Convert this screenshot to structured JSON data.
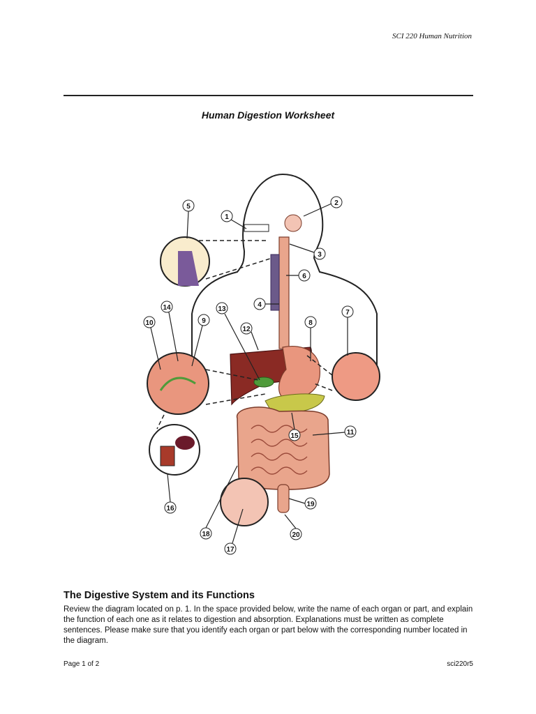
{
  "header": {
    "course": "SCI 220 Human Nutrition"
  },
  "worksheet": {
    "title": "Human Digestion Worksheet"
  },
  "diagram": {
    "labels": [
      "1",
      "2",
      "3",
      "4",
      "5",
      "6",
      "7",
      "8",
      "9",
      "10",
      "11",
      "12",
      "13",
      "14",
      "15",
      "16",
      "17",
      "18",
      "19",
      "20"
    ]
  },
  "section": {
    "title": "The Digestive System and its Functions",
    "instructions": "Review the diagram located on p. 1. In the space provided below, write the name of each organ or part, and explain the function of each one as it relates to digestion and absorption. Explanations must be written as complete sentences. Please make sure that you identify each organ or part below with the corresponding number located in the diagram."
  },
  "footer": {
    "page_label": "Page 1 of 2",
    "code": "sci220r5"
  }
}
